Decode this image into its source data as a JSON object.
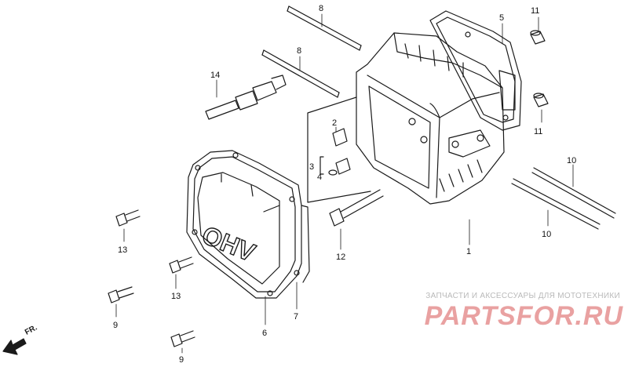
{
  "callouts": {
    "c1": "1",
    "c2": "2",
    "c3": "3",
    "c4": "4",
    "c5": "5",
    "c6": "6",
    "c7": "7",
    "c8a": "8",
    "c8b": "8",
    "c9a": "9",
    "c9b": "9",
    "c10a": "10",
    "c10b": "10",
    "c11a": "11",
    "c11b": "11",
    "c12": "12",
    "c13a": "13",
    "c13b": "13",
    "c14": "14"
  },
  "cover_text": "OHV",
  "direction_label": "FR.",
  "watermark": {
    "subtitle": "ЗАПЧАСТИ И АКСЕССУАРЫ ДЛЯ МОТОТЕХНИКИ",
    "brand": "PARTSFOR.RU"
  },
  "colors": {
    "line": "#1a1a1a",
    "watermark_text": "#e9a1a1",
    "watermark_sub": "#b9b9b9"
  }
}
